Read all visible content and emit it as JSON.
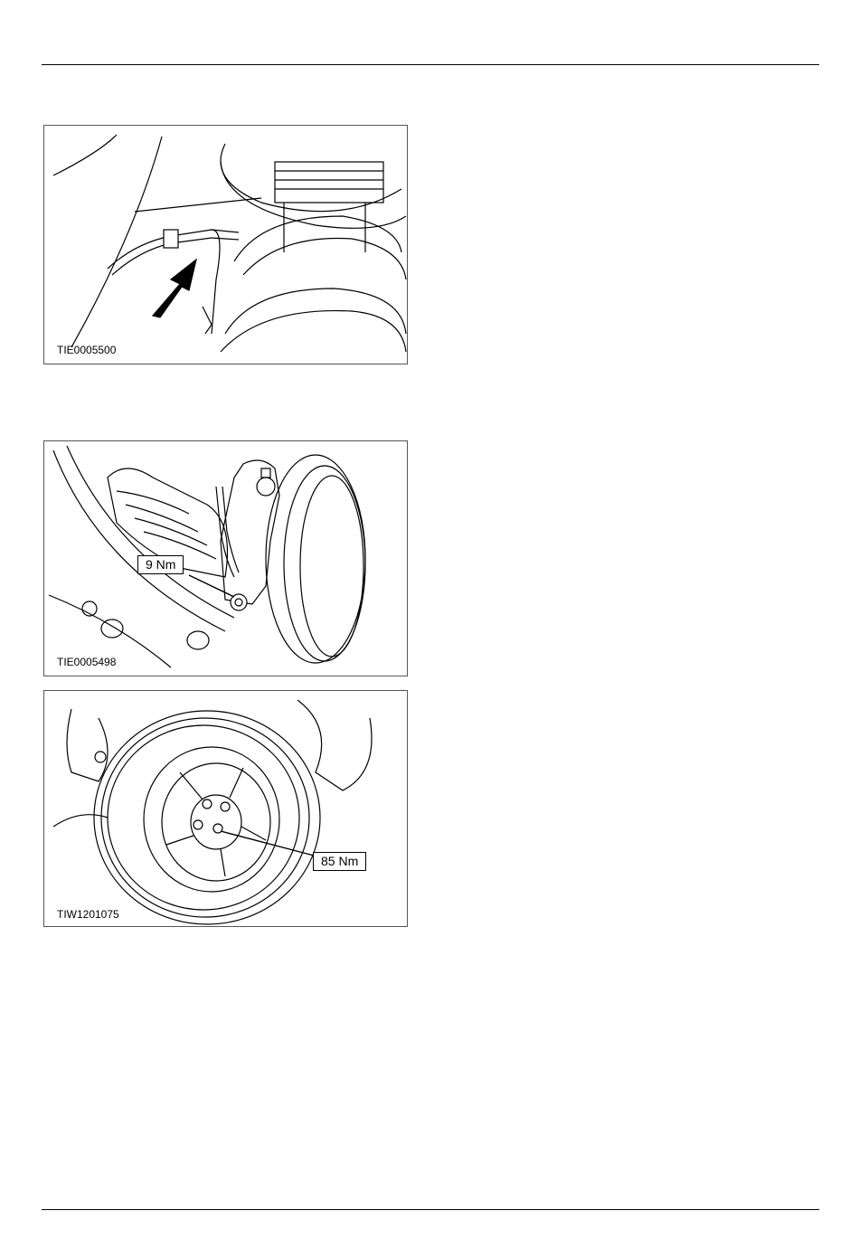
{
  "figures": [
    {
      "id": "TIE0005500",
      "callout": ""
    },
    {
      "id": "TIE0005498",
      "callout": "9 Nm"
    },
    {
      "id": "TIW1201075",
      "callout": "85 Nm"
    }
  ]
}
